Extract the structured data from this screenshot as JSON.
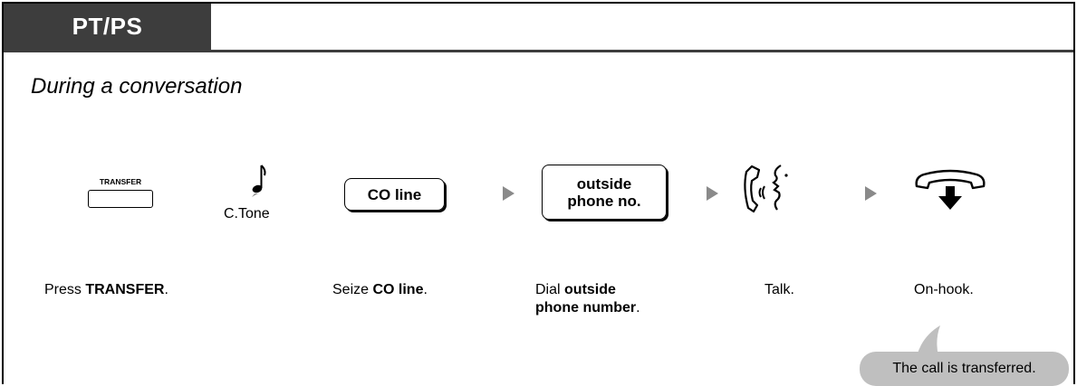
{
  "header": {
    "tab_label": "PT/PS"
  },
  "condition": "During a conversation",
  "steps": {
    "transfer_key": {
      "key_label": "TRANSFER",
      "caption_pre": "Press ",
      "caption_bold": "TRANSFER",
      "caption_post": "."
    },
    "tone": {
      "label": "C.Tone",
      "icon": "music-note-icon"
    },
    "co_line": {
      "box_label": "CO line",
      "caption_pre": "Seize ",
      "caption_bold": "CO line",
      "caption_post": "."
    },
    "dial": {
      "box_line1": "outside",
      "box_line2": "phone no.",
      "caption_pre": "Dial ",
      "caption_bold1": "outside",
      "caption_bold2": "phone number",
      "caption_post": "."
    },
    "talk": {
      "caption": "Talk.",
      "icon": "talk-icon"
    },
    "onhook": {
      "caption": "On-hook.",
      "icon": "on-hook-icon",
      "bubble": "The call is transferred."
    }
  },
  "colors": {
    "tab_bg": "#3d3d3d",
    "arrow": "#8a8a8a",
    "bubble_bg": "#bfbfbf"
  }
}
